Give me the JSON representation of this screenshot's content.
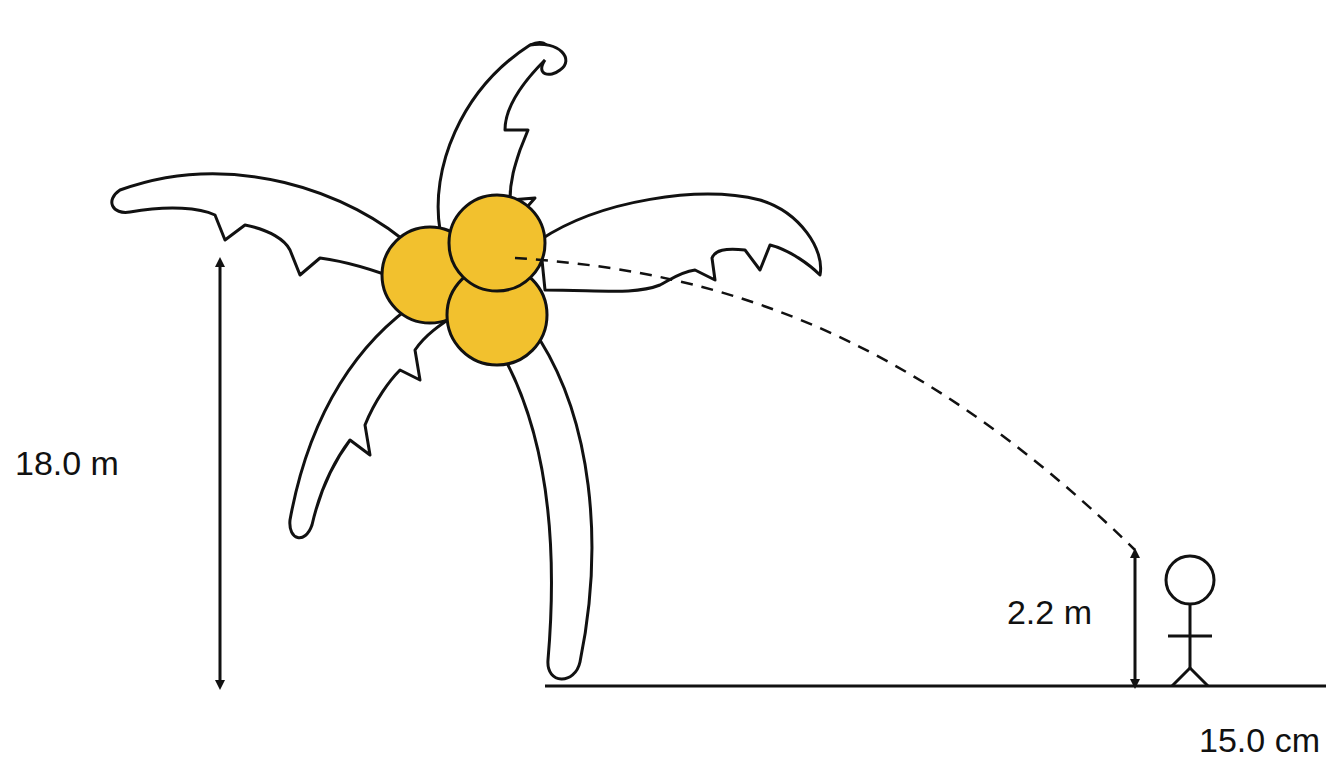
{
  "diagram": {
    "labels": [
      "18.0 m",
      "2.2 m",
      "15.0 cm"
    ]
  }
}
